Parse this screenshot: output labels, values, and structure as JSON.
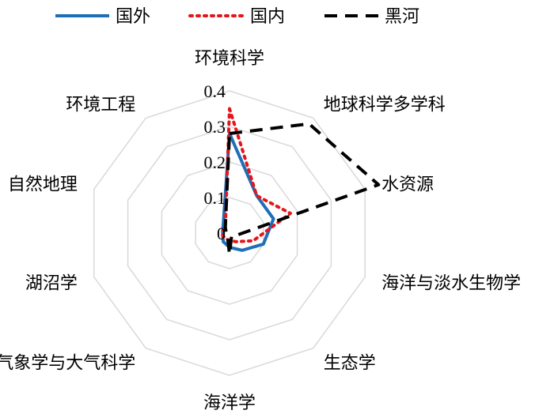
{
  "chart_data": {
    "type": "radar",
    "categories": [
      "环境科学",
      "地球科学多学科",
      "水资源",
      "海洋与淡水生物学",
      "生态学",
      "海洋学",
      "气象学与大气科学",
      "湖沼学",
      "自然地理",
      "环境工程"
    ],
    "series": [
      {
        "name": "国外",
        "color": "#1f6fb7",
        "dash": "solid",
        "values": [
          0.28,
          0.13,
          0.13,
          0.1,
          0.06,
          0.04,
          0.03,
          0.02,
          0.02,
          0.03
        ]
      },
      {
        "name": "国内",
        "color": "#e3161b",
        "dash": "dotted",
        "values": [
          0.35,
          0.13,
          0.18,
          0.07,
          0.03,
          0.02,
          0.02,
          0.02,
          0.02,
          0.02
        ]
      },
      {
        "name": "黑河",
        "color": "#000000",
        "dash": "dashed",
        "values": [
          0.28,
          0.38,
          0.44,
          0.02,
          0.01,
          0.06,
          0.01,
          0.01,
          0.01,
          0.02
        ]
      }
    ],
    "radial_ticks": [
      "0",
      "0.1",
      "0.2",
      "0.3",
      "0.4"
    ],
    "rmax": 0.4,
    "grid": true,
    "legend": "top"
  }
}
